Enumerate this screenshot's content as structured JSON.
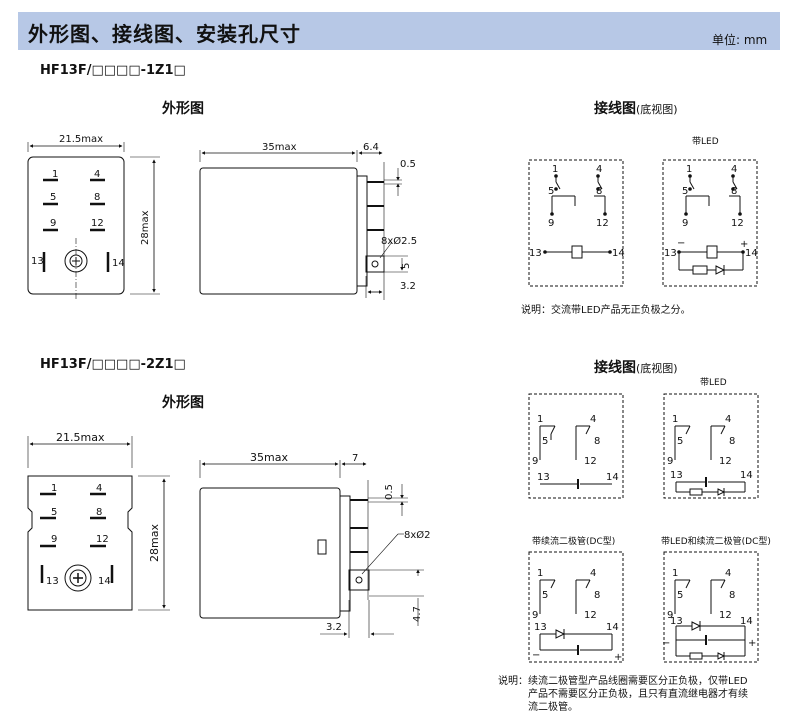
{
  "header": {
    "title": "外形图、接线图、安装孔尺寸",
    "unit": "单位: mm"
  },
  "model1": {
    "name": "HF13F/□□□□-1Z1□",
    "outline_title": "外形图",
    "wiring_title": "接线图",
    "wiring_sub": "(底视图)",
    "dims": {
      "width": "21.5max",
      "length": "35max",
      "height": "28max",
      "d64": "6.4",
      "d05": "0.5",
      "hole": "8xØ2.5",
      "d5": "5",
      "d32": "3.2"
    },
    "pins": [
      "1",
      "4",
      "5",
      "8",
      "9",
      "12",
      "13",
      "14"
    ],
    "led_label": "带LED",
    "note": "说明：交流带LED产品无正负极之分。"
  },
  "model2": {
    "name": "HF13F/□□□□-2Z1□",
    "outline_title": "外形图",
    "wiring_title": "接线图",
    "wiring_sub": "(底视图)",
    "dims": {
      "width": "21.5max",
      "length": "35max",
      "height": "28max",
      "d7": "7",
      "d05": "0.5",
      "hole": "8xØ2",
      "d47": "4.7",
      "d32": "3.2"
    },
    "pins": [
      "1",
      "4",
      "5",
      "8",
      "9",
      "12",
      "13",
      "14"
    ],
    "led_label": "带LED",
    "diode_label": "带续流二极管(DC型)",
    "led_diode_label": "带LED和续流二极管(DC型)",
    "plus": "+",
    "minus": "−",
    "note_line1": "说明：续流二极管型产品线圈需要区分正负极，仅带LED",
    "note_line2": "产品不需要区分正负极，且只有直流继电器才有续",
    "note_line3": "流二极管。"
  }
}
